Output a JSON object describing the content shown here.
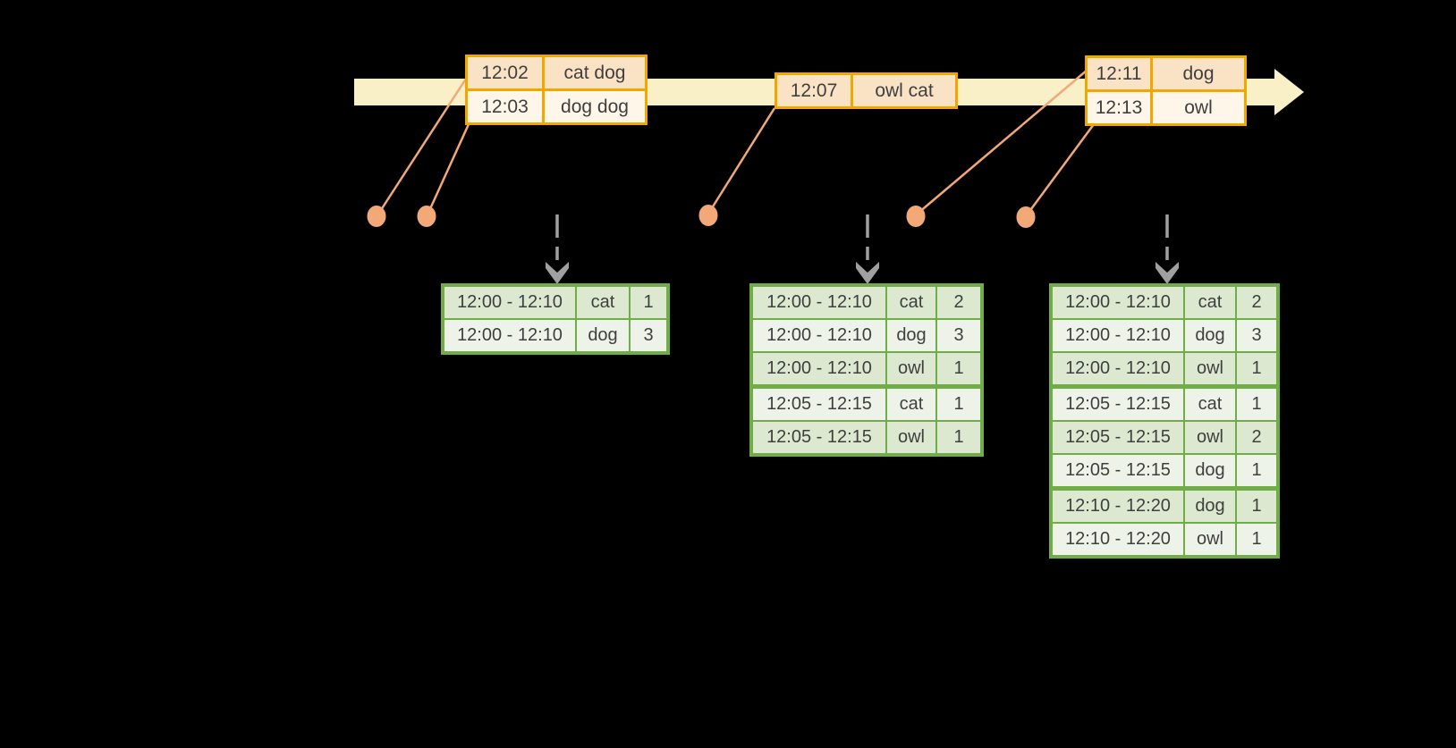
{
  "canvas": {
    "background": "#000000"
  },
  "colors": {
    "timeline_fill": "#FAF0C8",
    "event_table_border": "#F0A800",
    "event_row_dark": "#FAE3C5",
    "event_row_light": "#FDF6E9",
    "connector_and_dot": "#F2A877",
    "result_table_border": "#70AD47",
    "result_row_dark": "#DCE8D0",
    "result_row_light": "#EEF3E9",
    "trigger_arrow": "#A0A0A0",
    "text": "#3F3F3F"
  },
  "event_tables": [
    {
      "rows": [
        {
          "time": "12:02",
          "words": "cat dog"
        },
        {
          "time": "12:03",
          "words": "dog dog"
        }
      ]
    },
    {
      "rows": [
        {
          "time": "12:07",
          "words": "owl cat"
        }
      ]
    },
    {
      "rows": [
        {
          "time": "12:11",
          "words": "dog"
        },
        {
          "time": "12:13",
          "words": "owl"
        }
      ]
    }
  ],
  "result_tables": [
    {
      "rows": [
        {
          "window": "12:00 - 12:10",
          "word": "cat",
          "count": "1"
        },
        {
          "window": "12:00 - 12:10",
          "word": "dog",
          "count": "3"
        }
      ]
    },
    {
      "rows": [
        {
          "window": "12:00 - 12:10",
          "word": "cat",
          "count": "2"
        },
        {
          "window": "12:00 - 12:10",
          "word": "dog",
          "count": "3"
        },
        {
          "window": "12:00 - 12:10",
          "word": "owl",
          "count": "1"
        },
        {
          "window": "12:05 - 12:15",
          "word": "cat",
          "count": "1"
        },
        {
          "window": "12:05 - 12:15",
          "word": "owl",
          "count": "1"
        }
      ]
    },
    {
      "rows": [
        {
          "window": "12:00 - 12:10",
          "word": "cat",
          "count": "2"
        },
        {
          "window": "12:00 - 12:10",
          "word": "dog",
          "count": "3"
        },
        {
          "window": "12:00 - 12:10",
          "word": "owl",
          "count": "1"
        },
        {
          "window": "12:05 - 12:15",
          "word": "cat",
          "count": "1"
        },
        {
          "window": "12:05 - 12:15",
          "word": "owl",
          "count": "2"
        },
        {
          "window": "12:05 - 12:15",
          "word": "dog",
          "count": "1"
        },
        {
          "window": "12:10 - 12:20",
          "word": "dog",
          "count": "1"
        },
        {
          "window": "12:10 - 12:20",
          "word": "owl",
          "count": "1"
        }
      ]
    }
  ]
}
